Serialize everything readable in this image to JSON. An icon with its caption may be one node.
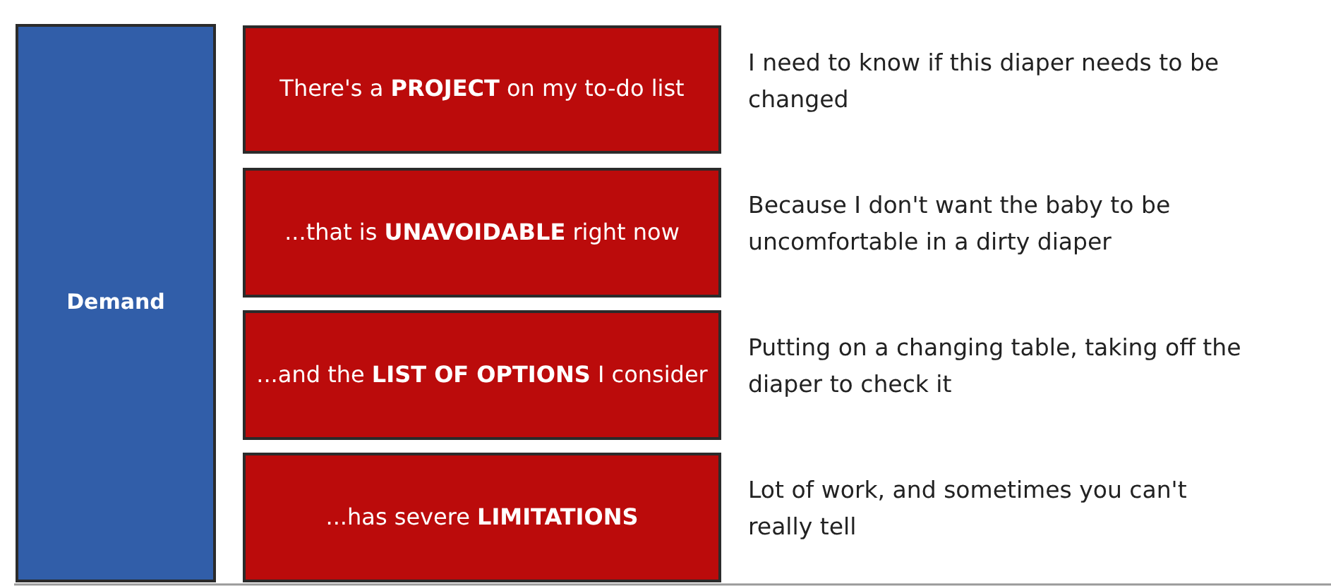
{
  "diagram": {
    "nodes": [
      {
        "text": [
          "Demand"
        ]
      },
      {
        "text": [
          "There's a **PROJECT** on my to-do list"
        ],
        "beside": [
          "I need to know if this diaper needs to be changed"
        ]
      },
      {
        "text": [
          "...that is **UNAVOIDABLE** right now"
        ],
        "beside": [
          "Because I don't want the baby to be uncomfortable in a dirty diaper"
        ]
      },
      {
        "text": [
          "...and the **LIST OF OPTIONS** I consider"
        ],
        "beside": [
          "Putting on a changing table, taking off the diaper to check it"
        ]
      },
      {
        "text": [
          "...has severe **LIMITATIONS**"
        ],
        "beside": [
          "Lot of work, and sometimes you can't really tell"
        ]
      }
    ]
  }
}
